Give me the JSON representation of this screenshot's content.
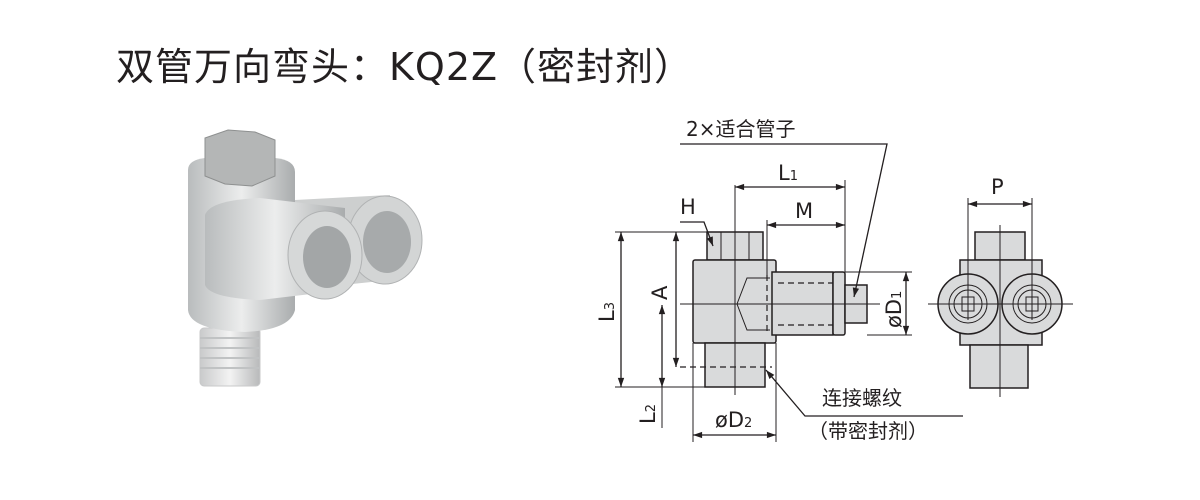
{
  "title": "双管万向弯头：KQ2Z（密封剂）",
  "photo": {
    "label": "product-photo"
  },
  "diagram": {
    "tube_label": "2×适合管子",
    "dim_L1": "L",
    "dim_L1_sub": "1",
    "dim_M": "M",
    "dim_H": "H",
    "dim_A": "A",
    "dim_L3": "L",
    "dim_L3_sub": "3",
    "dim_L2": "L",
    "dim_L2_sub": "2",
    "dim_D1": "øD",
    "dim_D1_sub": "1",
    "dim_D2": "øD",
    "dim_D2_sub": "2",
    "dim_P": "P",
    "thread_label": "连接螺纹",
    "thread_note": "（带密封剂）"
  }
}
